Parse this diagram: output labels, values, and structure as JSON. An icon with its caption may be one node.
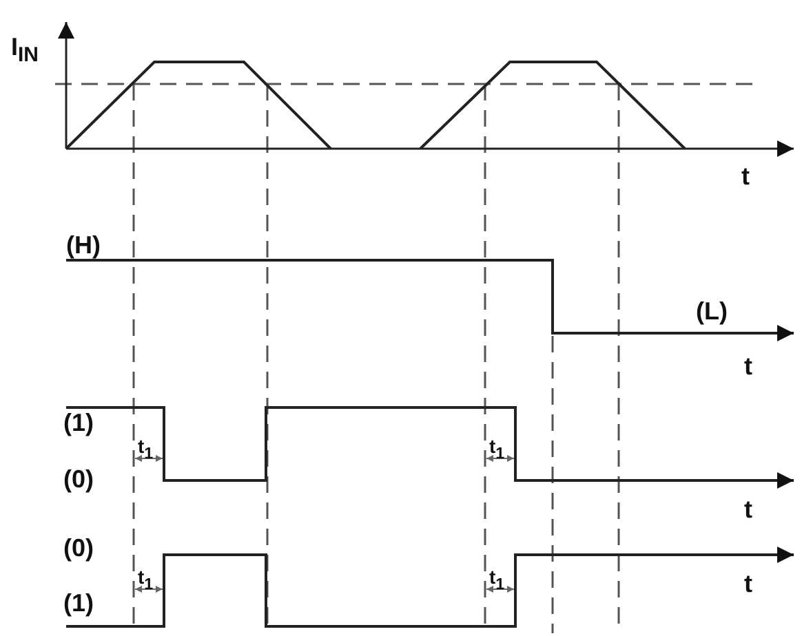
{
  "diagram": {
    "labels": [
      "I$_{IN}$",
      "t",
      "(H)",
      "(L)",
      "t",
      "(1)",
      "t$_{1}$",
      "t$_{1}$",
      "(0)",
      "t",
      "(0)",
      "t$_{1}$",
      "t$_{1}$",
      "(1)",
      "t"
    ]
  }
}
